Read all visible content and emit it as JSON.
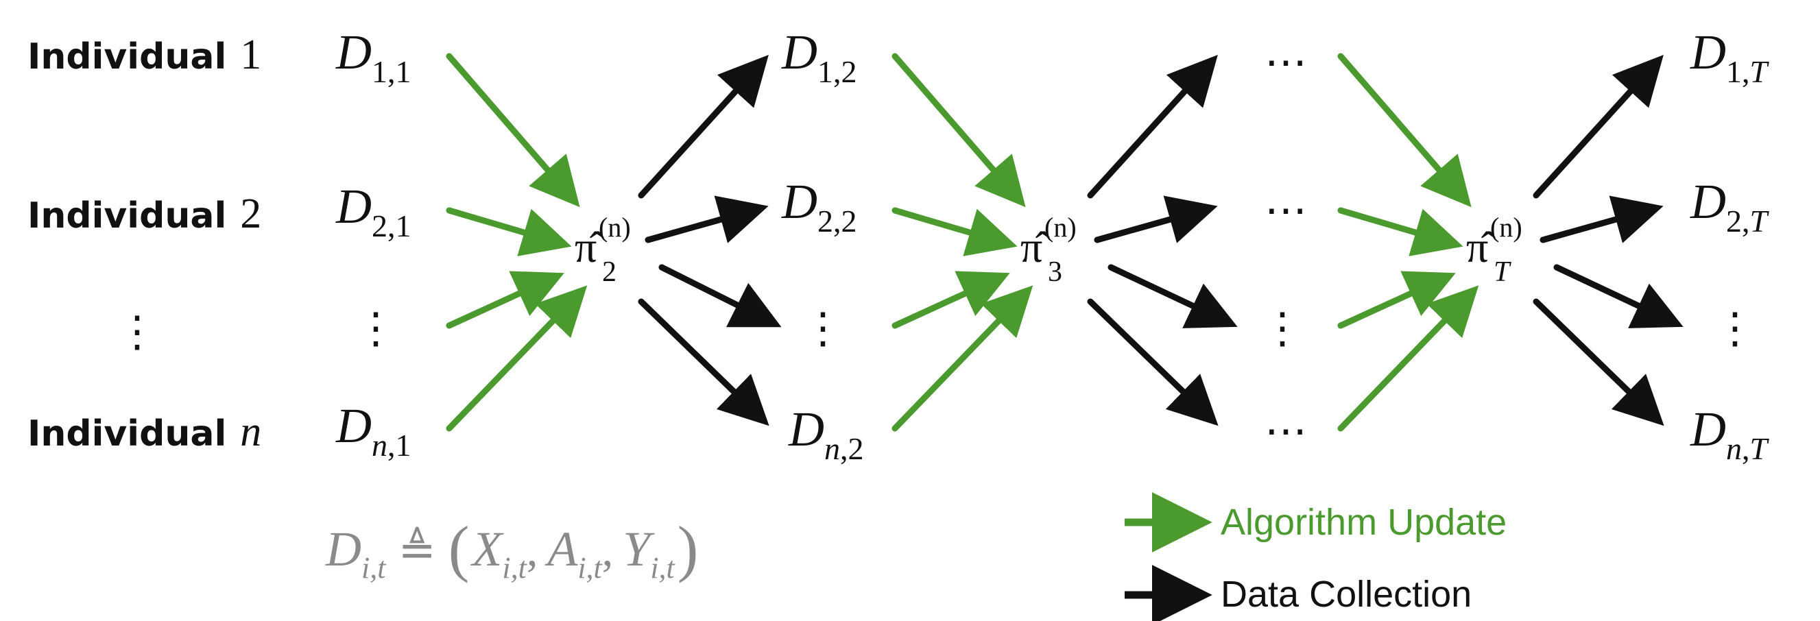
{
  "rows": [
    {
      "label": "Individual",
      "index": "1",
      "index_italic": false
    },
    {
      "label": "Individual",
      "index": "2",
      "index_italic": false
    },
    {
      "label": "Individual",
      "index": "n",
      "index_italic": true
    }
  ],
  "vdots": "⋮",
  "hdots": "⋯",
  "data_nodes": {
    "letter": "D",
    "col1": [
      "1,1",
      "2,1",
      "n,1"
    ],
    "col2": [
      "1,2",
      "2,2",
      "n,2"
    ],
    "colT": [
      "1,T",
      "2,T",
      "n,T"
    ]
  },
  "policies": [
    {
      "base": "π̂",
      "sub": "2",
      "sup": "(n)"
    },
    {
      "base": "π̂",
      "sub": "3",
      "sup": "(n)"
    },
    {
      "base": "π̂",
      "sub": "T",
      "sup": "(n)"
    }
  ],
  "definition": {
    "lhs": "D",
    "lhs_sub": "i,t",
    "relation": "≜",
    "open": "(",
    "close": ")",
    "terms": [
      {
        "letter": "X",
        "sub": "i,t"
      },
      {
        "letter": "A",
        "sub": "i,t"
      },
      {
        "letter": "Y",
        "sub": "i,t"
      }
    ],
    "separator": ","
  },
  "legend": {
    "algorithm_update": "Algorithm Update",
    "data_collection": "Data Collection"
  },
  "colors": {
    "algorithm_update": "#4a9a2e",
    "data_collection": "#111111",
    "definition_text": "#8a8a8a"
  }
}
